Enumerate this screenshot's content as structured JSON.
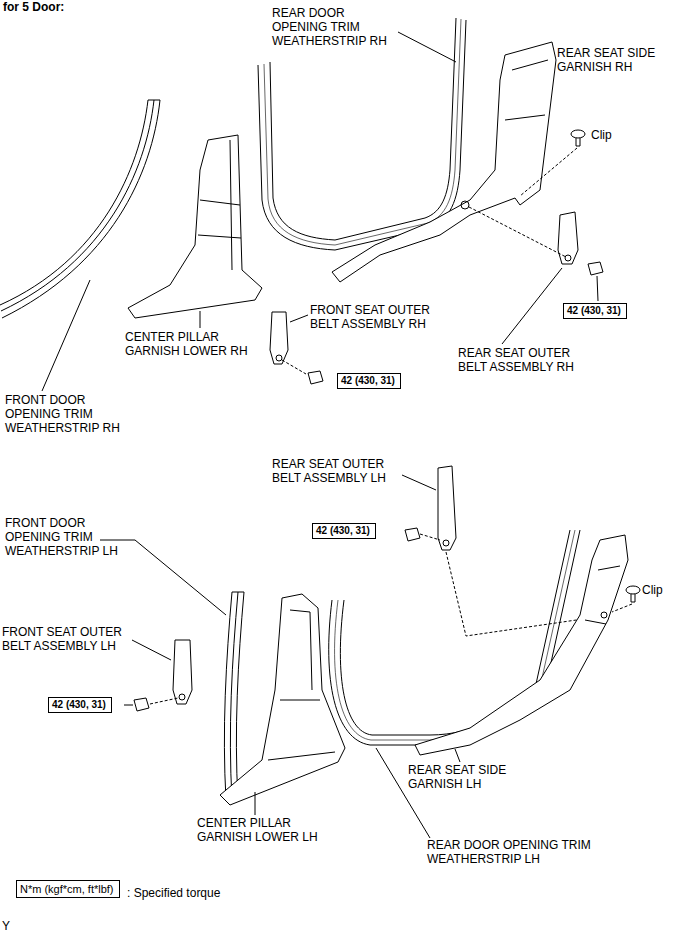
{
  "diagram": {
    "title": "for 5 Door:",
    "nodes": [
      {
        "text": [
          "42 (430, 31)"
        ]
      },
      {
        "text": [
          "42 (430, 31)"
        ]
      },
      {
        "text": [
          "42 (430, 31)"
        ]
      },
      {
        "text": [
          "42 (430, 31)"
        ]
      },
      {
        "text": [
          "N*m (kgf*cm, ft*lbf)"
        ]
      }
    ],
    "labels": [
      "REAR DOOR OPENING TRIM WEATHERSTRIP RH",
      "REAR SEAT SIDE GARNISH RH",
      "Clip",
      "FRONT SEAT OUTER BELT ASSEMBLY RH",
      "CENTER PILLAR GARNISH LOWER RH",
      "REAR SEAT OUTER BELT ASSEMBLY RH",
      "FRONT DOOR OPENING TRIM WEATHERSTRIP RH",
      "REAR SEAT OUTER BELT ASSEMBLY LH",
      "FRONT DOOR OPENING TRIM WEATHERSTRIP LH",
      "Clip",
      "FRONT SEAT OUTER BELT ASSEMBLY LH",
      "REAR SEAT SIDE GARNISH LH",
      "CENTER PILLAR GARNISH LOWER LH",
      "REAR DOOR OPENING TRIM WEATHERSTRIP LH",
      ": Specified torque",
      "Y"
    ]
  }
}
